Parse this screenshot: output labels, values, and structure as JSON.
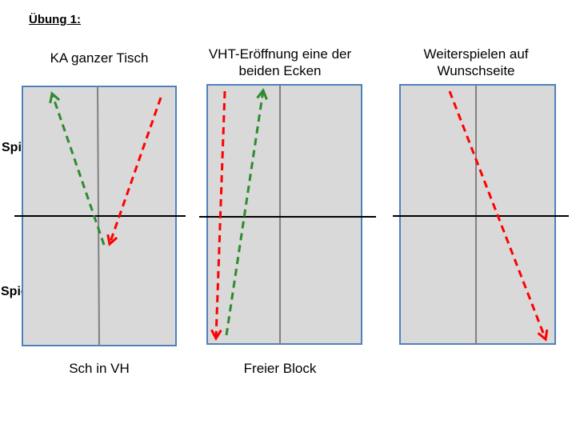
{
  "title": "Übung 1:",
  "labels": {
    "player_b": "Spieler B",
    "player_a": "Spieler A"
  },
  "diagrams": [
    {
      "caption": "KA ganzer Tisch",
      "footer": "Sch in VH"
    },
    {
      "caption": "VHT-Eröffnung eine der\nbeiden Ecken",
      "footer": "Freier Block"
    },
    {
      "caption": "Weiterspielen auf\nWunschseite",
      "footer": ""
    }
  ],
  "colors": {
    "table_fill": "#d9d9d9",
    "table_border": "#4f81bd",
    "center_line": "#808080",
    "net": "#000000",
    "green_arrow": "#2e8b2e",
    "red_arrow": "#ff0000"
  }
}
